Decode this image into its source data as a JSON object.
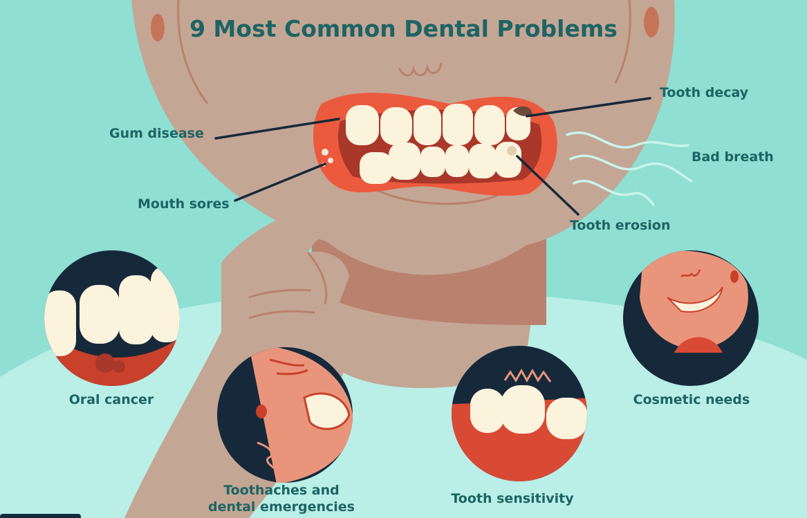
{
  "title": "9 Most Common Dental Problems",
  "labels": {
    "gum_disease": "Gum disease",
    "mouth_sores": "Mouth sores",
    "tooth_decay": "Tooth decay",
    "bad_breath": "Bad breath",
    "tooth_erosion": "Tooth erosion",
    "oral_cancer": "Oral cancer",
    "toothaches_line1": "Toothaches and",
    "toothaches_line2": "dental emergencies",
    "tooth_sensitivity": "Tooth sensitivity",
    "cosmetic_needs": "Cosmetic needs"
  },
  "colors": {
    "background": "#8fdfd3",
    "background_light": "#b9efe6",
    "skin": "#c4a694",
    "skin_shadow": "#b8826e",
    "mouth_red": "#ec5a3e",
    "tooth": "#fbf3dc",
    "dark_navy": "#15293a",
    "text_teal": "#1d6464"
  }
}
